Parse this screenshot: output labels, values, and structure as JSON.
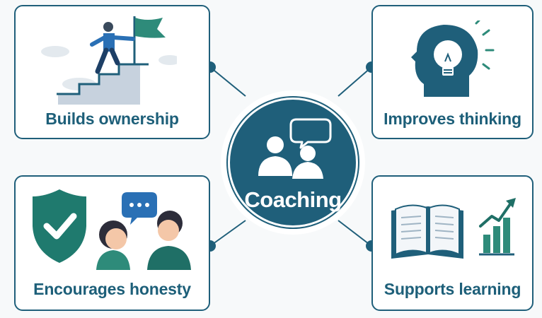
{
  "center": {
    "title": "Coaching",
    "icon": "people-conversation-icon"
  },
  "nodes": [
    {
      "id": "ownership",
      "label": "Builds ownership",
      "icon": "person-climbing-stairs-flag-icon"
    },
    {
      "id": "thinking",
      "label": "Improves thinking",
      "icon": "head-lightbulb-icon"
    },
    {
      "id": "honesty",
      "label": "Encourages honesty",
      "icon": "shield-check-conversation-icon"
    },
    {
      "id": "learning",
      "label": "Supports learning",
      "icon": "open-book-growth-chart-icon"
    }
  ],
  "colors": {
    "primary": "#1f5f7a",
    "accent": "#2e8b7a",
    "background": "#f7f9fa"
  }
}
